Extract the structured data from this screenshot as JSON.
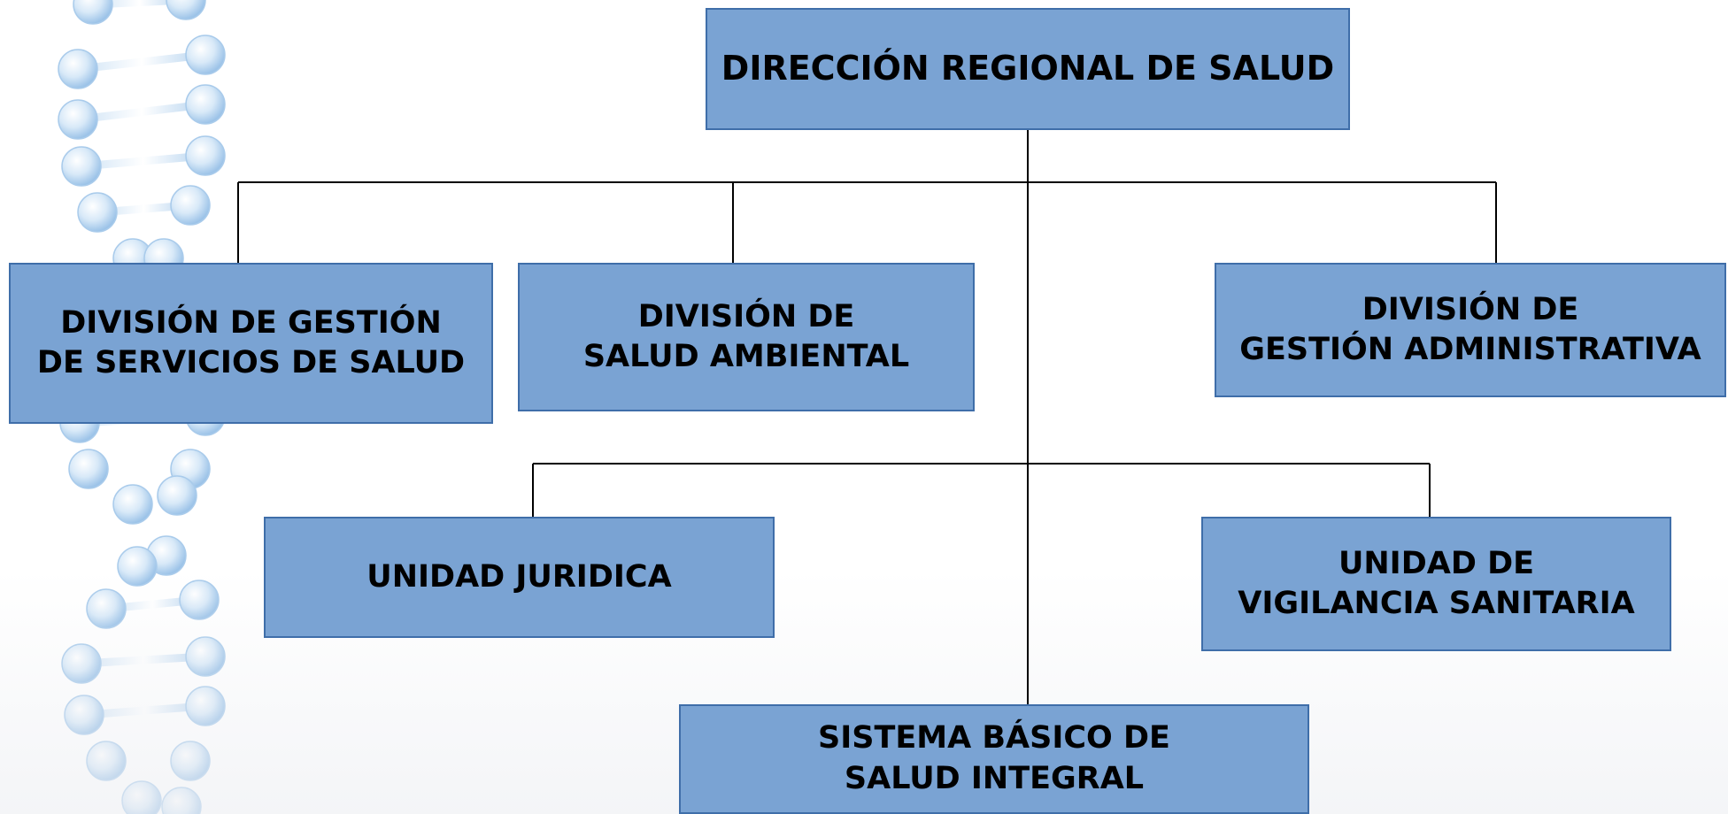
{
  "org_chart": {
    "root": {
      "line1": "DIRECCIÓN REGIONAL DE SALUD"
    },
    "divisions": [
      {
        "line1": "DIVISIÓN DE GESTIÓN",
        "line2": "DE SERVICIOS DE SALUD"
      },
      {
        "line1": "DIVISIÓN DE",
        "line2": "SALUD AMBIENTAL"
      },
      {
        "line1": "DIVISIÓN DE",
        "line2": "GESTIÓN ADMINISTRATIVA"
      }
    ],
    "units": [
      {
        "line1": "UNIDAD JURIDICA"
      },
      {
        "line1": "UNIDAD DE",
        "line2": "VIGILANCIA SANITARIA"
      }
    ],
    "system": {
      "line1": "SISTEMA BÁSICO DE",
      "line2": "SALUD INTEGRAL"
    }
  },
  "colors": {
    "box_fill": "#7aa3d3",
    "box_border": "#3f6ea9",
    "connector": "#000000",
    "helix_sphere": "#c9e0f5"
  },
  "decoration": {
    "left_image": "dna-helix"
  }
}
